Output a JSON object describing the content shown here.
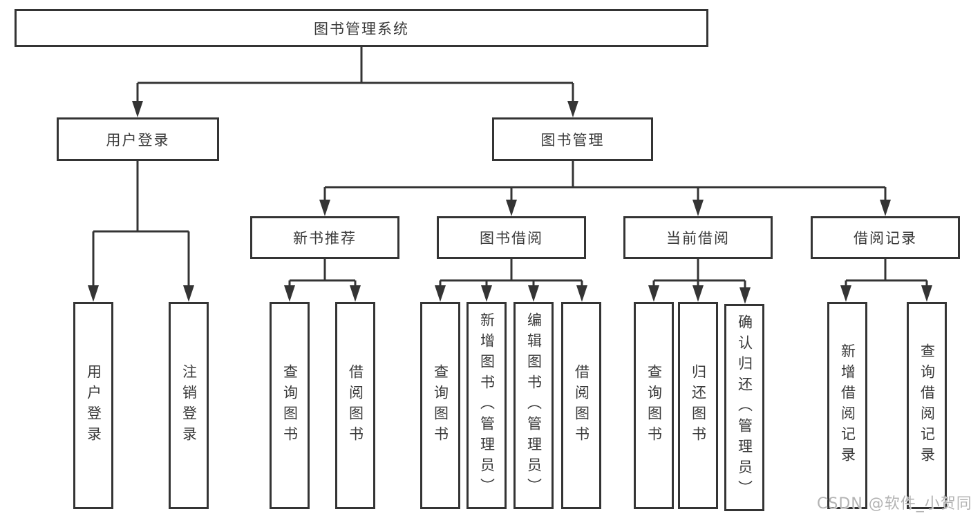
{
  "watermark": "CSDN @软件_小贺同学",
  "colors": {
    "line": "#343434",
    "box_border": "#343434",
    "text": "#3a3a3a",
    "background": "#ffffff",
    "watermark_text": "#b3b3b3"
  },
  "tree": {
    "label": "图书管理系统",
    "children": [
      {
        "label": "用户登录",
        "children": [
          {
            "label": "用户登录"
          },
          {
            "label": "注销登录"
          }
        ]
      },
      {
        "label": "图书管理",
        "children": [
          {
            "label": "新书推荐",
            "children": [
              {
                "label": "查询图书"
              },
              {
                "label": "借阅图书"
              }
            ]
          },
          {
            "label": "图书借阅",
            "children": [
              {
                "label": "查询图书"
              },
              {
                "label": "新增图书（管理员）"
              },
              {
                "label": "编辑图书（管理员）"
              },
              {
                "label": "借阅图书"
              }
            ]
          },
          {
            "label": "当前借阅",
            "children": [
              {
                "label": "查询图书"
              },
              {
                "label": "归还图书"
              },
              {
                "label": "确认归还（管理员）"
              }
            ]
          },
          {
            "label": "借阅记录",
            "children": [
              {
                "label": "新增借阅记录"
              },
              {
                "label": "查询借阅记录"
              }
            ]
          }
        ]
      }
    ]
  }
}
